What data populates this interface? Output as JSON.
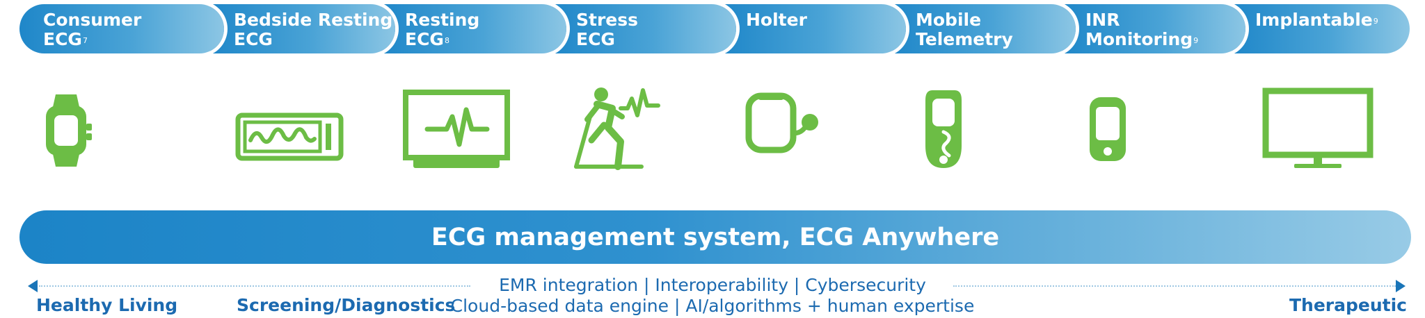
{
  "colors": {
    "accent_blue": "#1f87c9",
    "icon_green": "#6cbd45",
    "text_blue": "#1c6ab0"
  },
  "tabs": [
    {
      "line1": "Consumer",
      "line2": "ECG",
      "sup": "7",
      "icon": "smartwatch-icon"
    },
    {
      "line1": "Bedside Resting",
      "line2": "ECG",
      "sup": "",
      "icon": "bedside-ecg-device-icon"
    },
    {
      "line1": "Resting",
      "line2": "ECG",
      "sup": "8",
      "icon": "resting-ecg-monitor-icon"
    },
    {
      "line1": "Stress",
      "line2": "ECG",
      "sup": "",
      "icon": "treadmill-stress-test-icon"
    },
    {
      "line1": "Holter",
      "line2": "",
      "sup": "",
      "icon": "holter-monitor-icon"
    },
    {
      "line1": "Mobile",
      "line2": "Telemetry",
      "sup": "",
      "icon": "mobile-telemetry-device-icon"
    },
    {
      "line1": "INR",
      "line2": "Monitoring",
      "sup": "9",
      "icon": "inr-monitor-icon"
    },
    {
      "line1": "Implantable",
      "line2": "",
      "sup": "9",
      "icon": "implantable-monitor-screen-icon"
    }
  ],
  "bar_label": "ECG management system, ECG Anywhere",
  "axis": {
    "left_label": "Healthy Living",
    "middle_label": "Screening/Diagnostics",
    "right_label": "Therapeutic"
  },
  "features": {
    "line1": "EMR integration  |  Interoperability  |  Cybersecurity",
    "line2": "Cloud-based data engine  |  AI/algorithms + human expertise"
  }
}
